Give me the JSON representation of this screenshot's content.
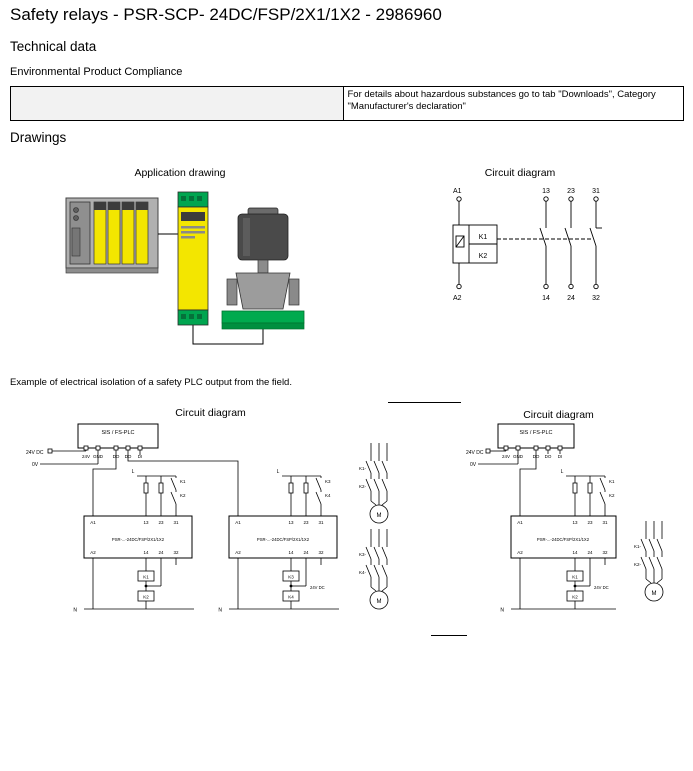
{
  "page": {
    "title": "Safety relays - PSR-SCP- 24DC/FSP/2X1/1X2 - 2986960",
    "section_technical_data": "Technical data",
    "subsection_env_compliance": "Environmental Product Compliance",
    "env_note_line1": "For details about hazardous substances go to tab \"Downloads\", Category",
    "env_note_line2": "\"Manufacturer's declaration\"",
    "section_drawings": "Drawings",
    "caption_isolation_example": "Example of electrical isolation of a safety PLC output from the field."
  },
  "figures": {
    "application_title": "Application drawing",
    "circuit_title": "Circuit diagram"
  },
  "labels": {
    "a1": "A1",
    "a2": "A2",
    "t13": "13",
    "t23": "23",
    "t31": "31",
    "t14": "14",
    "t24": "24",
    "t32": "32",
    "k1": "K1",
    "k2": "K2",
    "k3": "K3",
    "k4": "K4",
    "k1c": "K1-",
    "k2c": "K2-",
    "k3c": "K3-",
    "k4c": "K4-",
    "m": "M",
    "l": "L",
    "n": "N",
    "v24dc": "24V DC",
    "v0": "0V",
    "v24": "24V",
    "gnd": "GND",
    "do": "DO",
    "di": "DI",
    "plc": "SIS / FS-PLC",
    "psr": "PSR-...-24DC/FSP/2X1/1X2"
  },
  "colors": {
    "module_yellow": "#f3e600",
    "terminal_green": "#00a550",
    "base_green": "#00aa4e",
    "rack_grey": "#b0b0b0",
    "actuator_grey": "#4a4a4a"
  }
}
